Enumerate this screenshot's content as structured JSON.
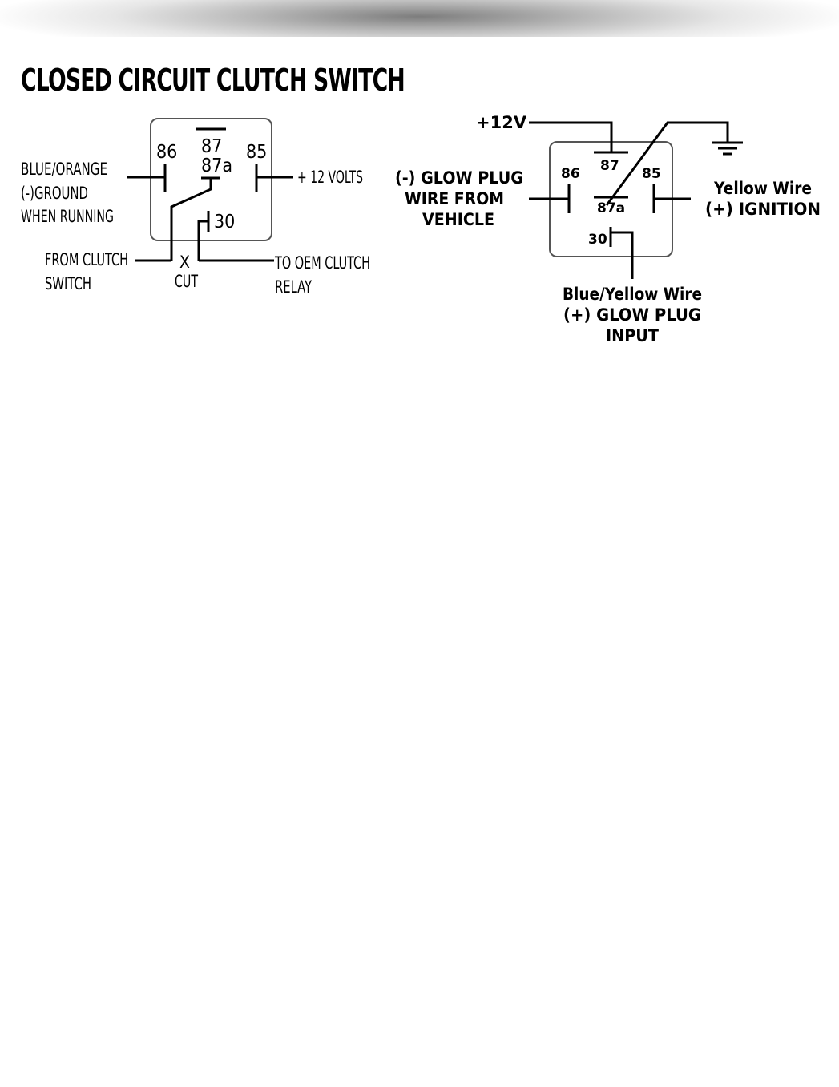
{
  "title": "CLOSED CIRCUIT CLUTCH SWITCH",
  "left_diagram": {
    "pins": {
      "p86": "86",
      "p87": "87",
      "p87a": "87a",
      "p85": "85",
      "p30": "30"
    },
    "labels": {
      "ground_line1": "BLUE/ORANGE",
      "ground_line2": "(-)GROUND",
      "ground_line3": "WHEN RUNNING",
      "plus12": "+ 12 VOLTS",
      "from_clutch_line1": "FROM CLUTCH",
      "from_clutch_line2": "SWITCH",
      "cut_mark": "X",
      "cut": "CUT",
      "to_oem_line1": "TO OEM CLUTCH",
      "to_oem_line2": "RELAY"
    }
  },
  "right_diagram": {
    "pins": {
      "p86": "86",
      "p87": "87",
      "p87a": "87a",
      "p85": "85",
      "p30": "30"
    },
    "labels": {
      "plus12v": "+12V",
      "glow_line1": "(-) GLOW PLUG",
      "glow_line2": "WIRE FROM",
      "glow_line3": "VEHICLE",
      "yellow_line1": "Yellow Wire",
      "yellow_line2": "(+) IGNITION",
      "blue_yellow_line1": "Blue/Yellow Wire",
      "blue_yellow_line2": "(+) GLOW PLUG",
      "blue_yellow_line3": "INPUT"
    }
  },
  "colors": {
    "ink": "#000000",
    "background": "#ffffff",
    "relay_border": "#555555"
  }
}
